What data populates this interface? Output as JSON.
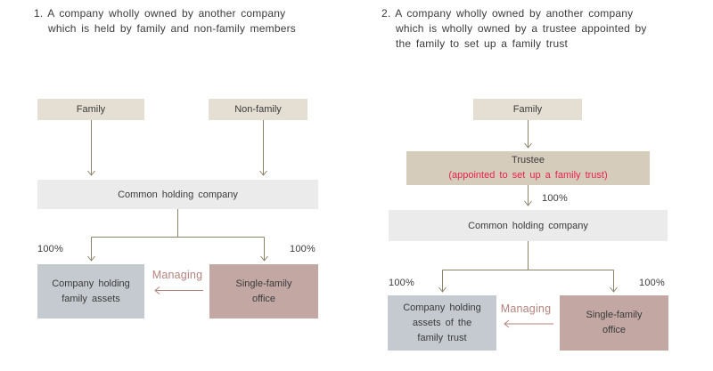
{
  "colors": {
    "beige": "#e5dfd3",
    "tan": "#d6ccbb",
    "gray": "#ebebeb",
    "bluegray": "#c5cad0",
    "mauve": "#c2a7a3",
    "arrow": "#8c8268",
    "managing": "#b3837d",
    "red": "#e8234e",
    "text": "#3b3b3b"
  },
  "diagram1": {
    "title": "1. A company wholly owned by another company\nwhich is held by family and non-family members",
    "family_label": "Family",
    "nonfamily_label": "Non-family",
    "holding_label": "Common holding company",
    "pct_left": "100%",
    "pct_right": "100%",
    "assets_label": "Company holding\nfamily assets",
    "office_label": "Single-family\noffice",
    "managing_label": "Managing"
  },
  "diagram2": {
    "title": "2. A company wholly owned by another company\nwhich is wholly owned by a trustee appointed by\nthe family to set up a family trust",
    "family_label": "Family",
    "trustee_label": "Trustee",
    "trustee_sub": "(appointed to set up a family trust)",
    "pct_trustee": "100%",
    "holding_label": "Common holding company",
    "pct_left": "100%",
    "pct_right": "100%",
    "assets_label": "Company holding\nassets of the\nfamily trust",
    "office_label": "Single-family\noffice",
    "managing_label": "Managing"
  }
}
